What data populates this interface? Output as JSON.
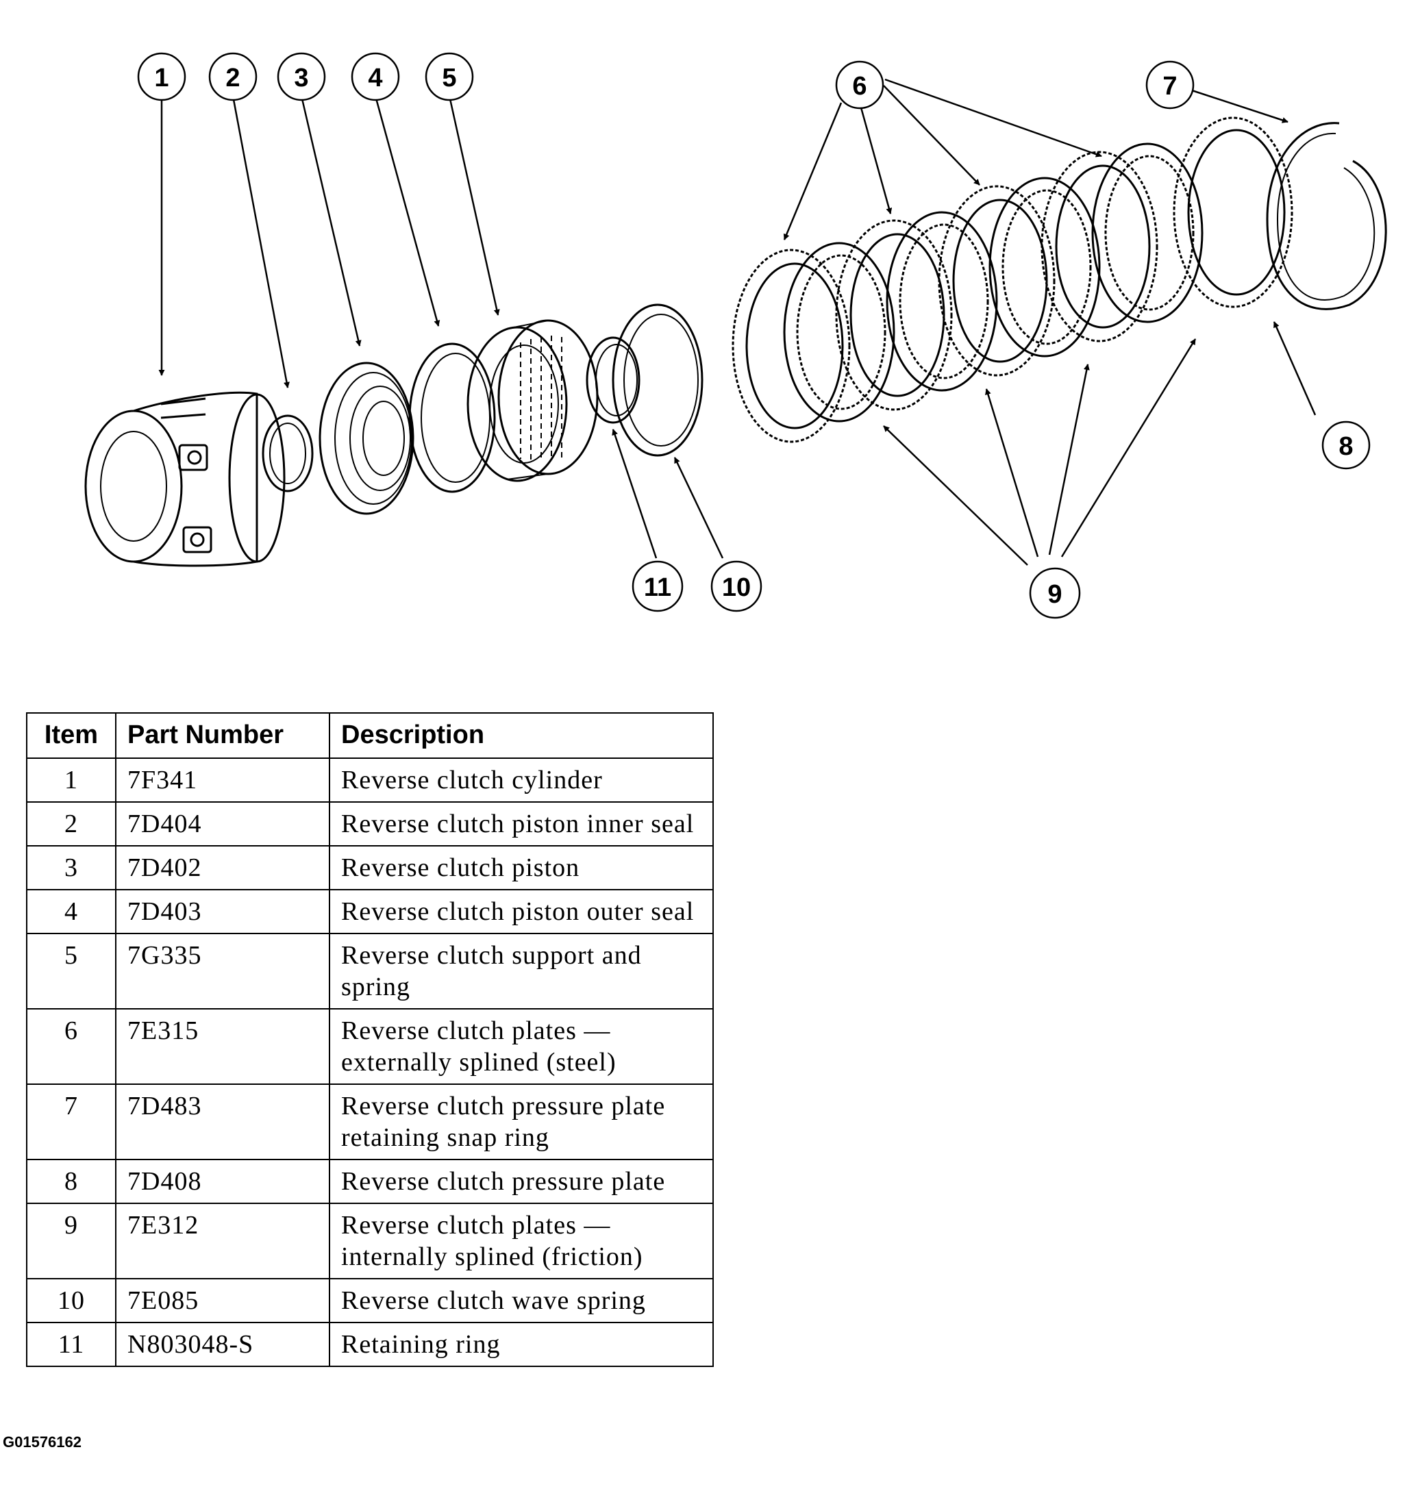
{
  "callouts": [
    "1",
    "2",
    "3",
    "4",
    "5",
    "6",
    "7",
    "8",
    "9",
    "10",
    "11"
  ],
  "table": {
    "headers": {
      "item": "Item",
      "part_number": "Part Number",
      "description": "Description"
    },
    "rows": [
      {
        "item": "1",
        "part_number": "7F341",
        "description": "Reverse clutch cylinder"
      },
      {
        "item": "2",
        "part_number": "7D404",
        "description": "Reverse clutch piston inner seal"
      },
      {
        "item": "3",
        "part_number": "7D402",
        "description": "Reverse clutch piston"
      },
      {
        "item": "4",
        "part_number": "7D403",
        "description": "Reverse clutch piston outer seal"
      },
      {
        "item": "5",
        "part_number": "7G335",
        "description": "Reverse clutch support and spring"
      },
      {
        "item": "6",
        "part_number": "7E315",
        "description": "Reverse clutch plates — externally splined (steel)"
      },
      {
        "item": "7",
        "part_number": "7D483",
        "description": "Reverse clutch pressure plate retaining snap ring"
      },
      {
        "item": "8",
        "part_number": "7D408",
        "description": "Reverse clutch pressure plate"
      },
      {
        "item": "9",
        "part_number": "7E312",
        "description": "Reverse clutch plates — internally splined (friction)"
      },
      {
        "item": "10",
        "part_number": "7E085",
        "description": "Reverse clutch wave spring"
      },
      {
        "item": "11",
        "part_number": "N803048-S",
        "description": "Retaining ring"
      }
    ]
  },
  "figure_id": "G01576162"
}
